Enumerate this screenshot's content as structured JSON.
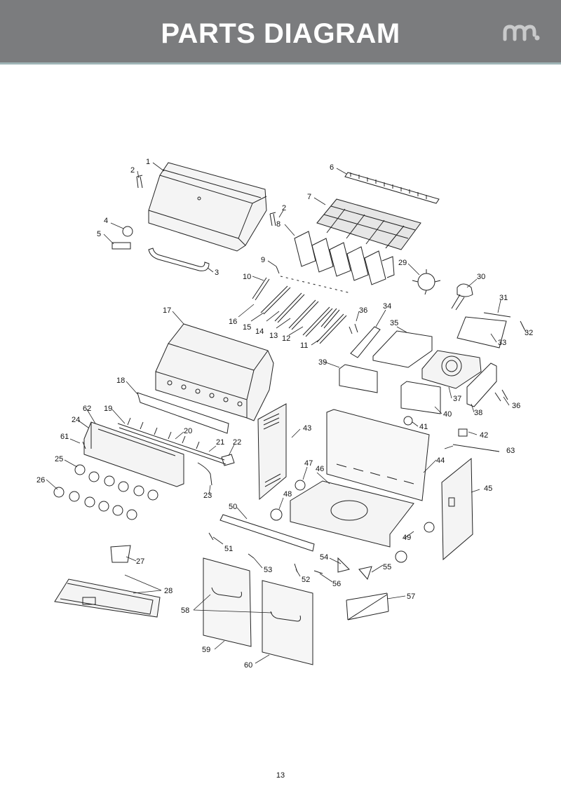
{
  "header": {
    "title": "PARTS DIAGRAM",
    "background_color": "#7b7c7e",
    "accent_color": "#9fb4b6",
    "logo_icon": "brand-logo-icon"
  },
  "diagram": {
    "callouts": [
      "1",
      "2",
      "2",
      "3",
      "4",
      "5",
      "6",
      "7",
      "8",
      "9",
      "10",
      "11",
      "12",
      "13",
      "14",
      "15",
      "16",
      "17",
      "18",
      "19",
      "20",
      "21",
      "22",
      "23",
      "24",
      "25",
      "26",
      "27",
      "28",
      "29",
      "30",
      "31",
      "32",
      "33",
      "34",
      "35",
      "36",
      "36",
      "37",
      "38",
      "39",
      "40",
      "41",
      "42",
      "43",
      "44",
      "45",
      "46",
      "47",
      "48",
      "49",
      "50",
      "51",
      "52",
      "53",
      "54",
      "55",
      "56",
      "57",
      "58",
      "59",
      "60",
      "61",
      "62",
      "63"
    ]
  },
  "footer": {
    "page_number": "13"
  }
}
